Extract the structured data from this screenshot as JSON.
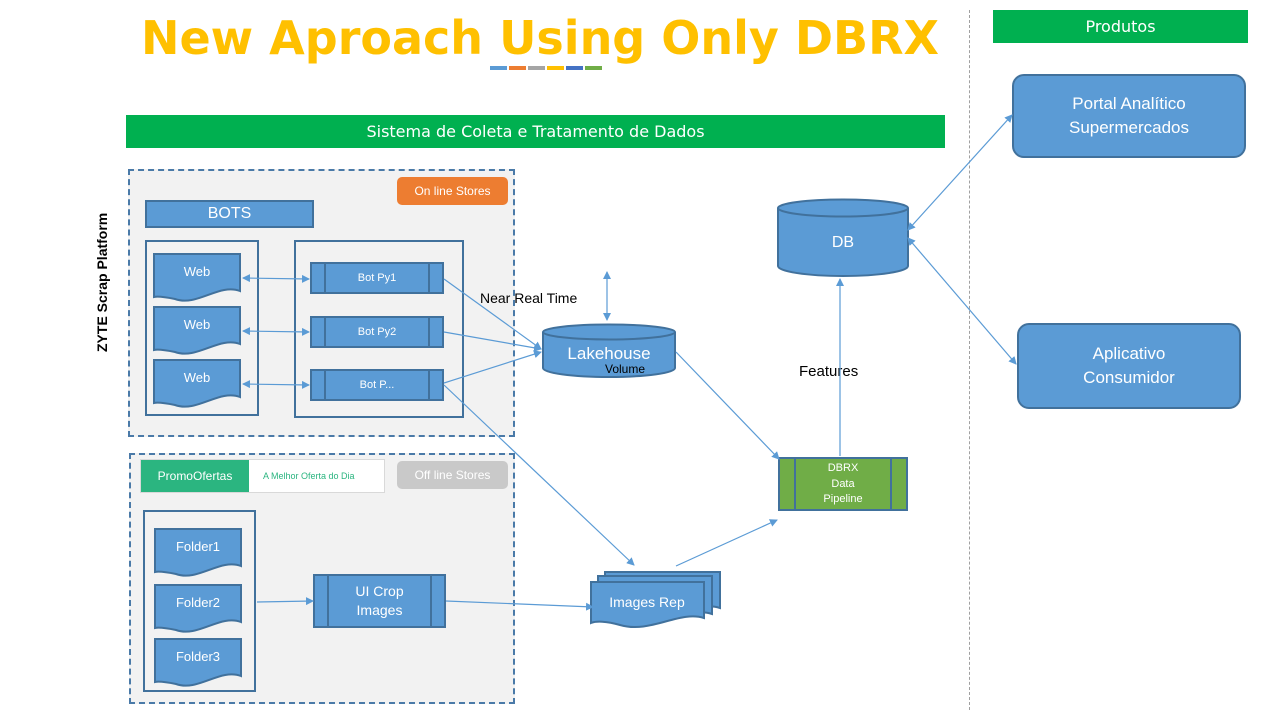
{
  "title": "New Aproach Using Only DBRX",
  "title_underline_colors": [
    "#5b9bd5",
    "#ed7d31",
    "#a5a5a5",
    "#ffc000",
    "#4472c4",
    "#70ad47"
  ],
  "produtos": {
    "header": "Produtos"
  },
  "sistema": {
    "header": "Sistema de Coleta e Tratamento de Dados"
  },
  "platform_label": "ZYTE Scrap Platform",
  "online": {
    "tag": "On line Stores",
    "bots_header": "BOTS",
    "webs": [
      "Web",
      "Web",
      "Web"
    ],
    "bots": [
      "Bot Py1",
      "Bot Py2",
      "Bot P..."
    ]
  },
  "offline": {
    "tag": "Off line Stores",
    "logo_brand": "PromoOfertas",
    "logo_tagline": "A Melhor Oferta do Dia",
    "folders": [
      "Folder1",
      "Folder2",
      "Folder3"
    ],
    "crop": "UI Crop Images"
  },
  "lakehouse": {
    "label": "Lakehouse",
    "sublabel": "Volume"
  },
  "near_real_time": "Near Real Time",
  "images_rep": "Images Rep",
  "pipeline": {
    "line1": "DBRX",
    "line2": "Data",
    "line3": "Pipeline"
  },
  "features": "Features",
  "db": "DB",
  "portal": "Portal Analítico Supermercados",
  "app": "Aplicativo Consumidor",
  "colors": {
    "accent_yellow": "#ffc000",
    "green": "#00b050",
    "blue": "#5b9bd5",
    "blue_border": "#41719c",
    "orange": "#ed7d31",
    "pipeline_green": "#70ad47",
    "promo_teal": "#2bb580"
  }
}
